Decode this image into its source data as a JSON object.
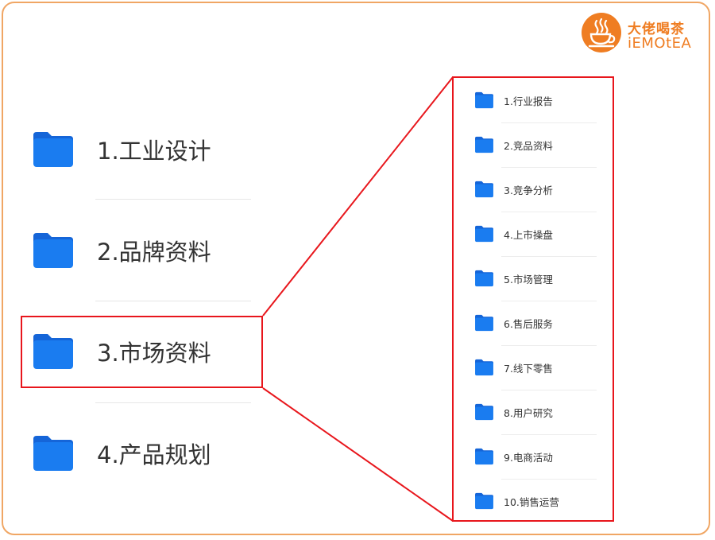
{
  "brand": {
    "name_cn": "大佬喝茶",
    "name_en": "iEMOtEA",
    "color": "#ef7d22"
  },
  "colors": {
    "folder": "#1a7cf0",
    "folder_tab": "#1565d8",
    "highlight": "#e8161c",
    "frame": "#f0a664"
  },
  "main_folders": [
    {
      "label": "1.工业设计",
      "icon": "folder-icon"
    },
    {
      "label": "2.品牌资料",
      "icon": "folder-icon"
    },
    {
      "label": "3.市场资料",
      "icon": "folder-icon",
      "highlighted": true
    },
    {
      "label": "4.产品规划",
      "icon": "folder-icon"
    }
  ],
  "sub_folders": [
    {
      "label": "1.行业报告"
    },
    {
      "label": "2.竞品资料"
    },
    {
      "label": "3.竞争分析"
    },
    {
      "label": "4.上市操盘"
    },
    {
      "label": "5.市场管理"
    },
    {
      "label": "6.售后服务"
    },
    {
      "label": "7.线下零售"
    },
    {
      "label": "8.用户研究"
    },
    {
      "label": "9.电商活动"
    },
    {
      "label": "10.销售运营"
    }
  ]
}
